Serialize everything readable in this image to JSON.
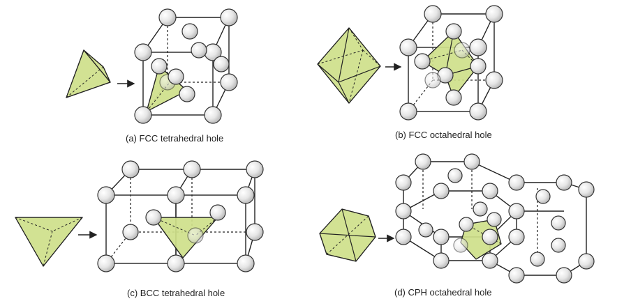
{
  "panels": [
    {
      "id": "a",
      "caption": "(a) FCC tetrahedral hole"
    },
    {
      "id": "b",
      "caption": "(b) FCC octahedral hole"
    },
    {
      "id": "c",
      "caption": "(c) BCC tetrahedral hole"
    },
    {
      "id": "d",
      "caption": "(d) CPH octahedral hole"
    }
  ],
  "colors": {
    "polyhedron_fill": "#cfe08a",
    "atom_fill": "#e8e8e8",
    "line": "#222222"
  }
}
